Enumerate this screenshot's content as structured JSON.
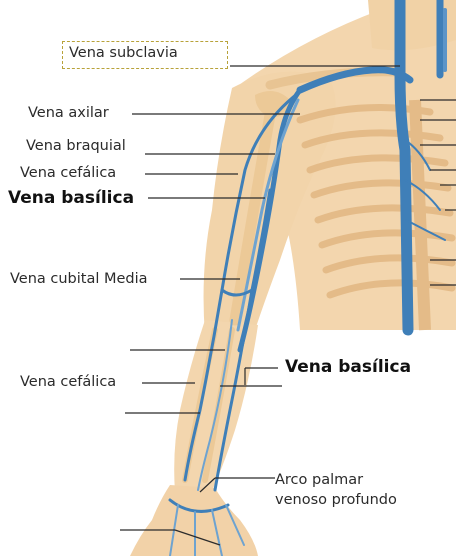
{
  "labels": {
    "vena_subclavia": "Vena subclavia",
    "vena_axilar": "Vena axilar",
    "vena_braquial": "Vena braquial",
    "vena_cefalica_upper": "Vena cefálica",
    "vena_basilica_upper": "Vena basílica",
    "vena_cubital_media": "Vena cubital Media",
    "vena_cefalica_lower": "Vena cefálica",
    "vena_basilica_lower": "Vena basílica",
    "arco_line1": "Arco palmar",
    "arco_line2": "venoso profundo"
  },
  "colors": {
    "skin": "#f4d9b4",
    "skin_shadow": "#e6bf92",
    "bone": "#efd2a2",
    "muscle": "#e8c08e",
    "vein": "#3f7fb8",
    "vein_light": "#8fb9dc",
    "leader": "#2b2b2b"
  }
}
